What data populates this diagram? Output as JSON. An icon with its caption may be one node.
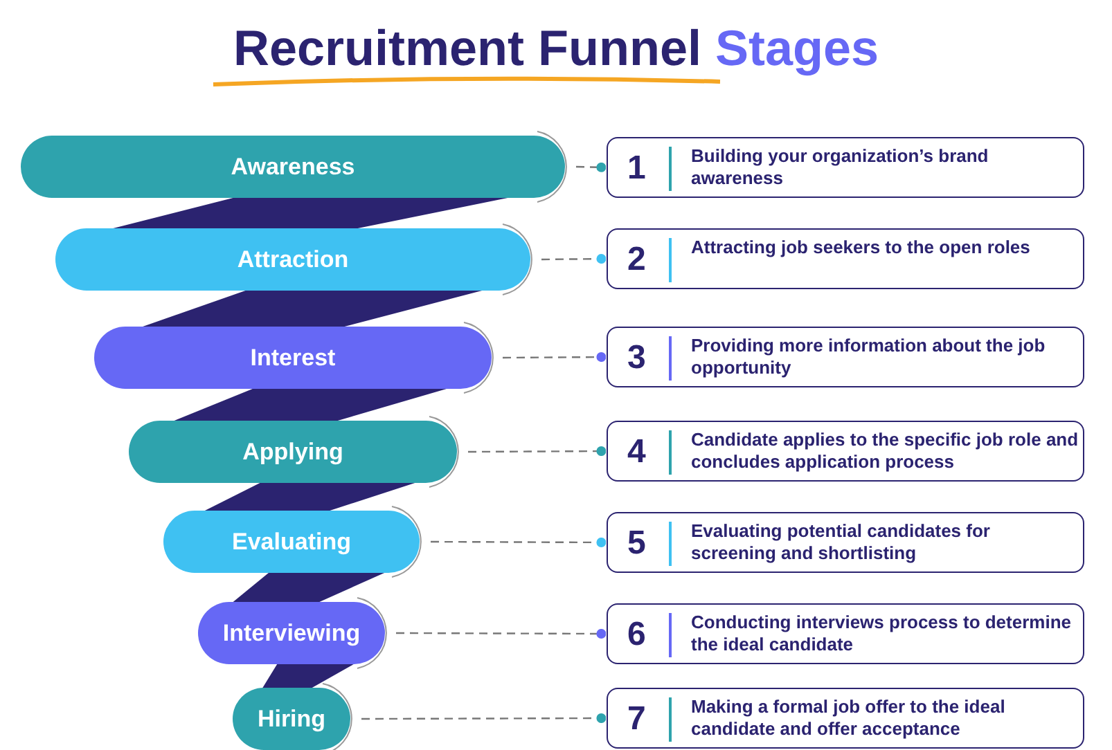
{
  "diagram": {
    "title": "Recruitment Funnel Stages",
    "nodes": [
      {
        "text": [
          "Awareness"
        ]
      },
      {
        "text": [
          "Attraction"
        ]
      },
      {
        "text": [
          "Interest"
        ]
      },
      {
        "text": [
          "Applying"
        ]
      },
      {
        "text": [
          "Evaluating"
        ]
      },
      {
        "text": [
          "Interviewing"
        ]
      },
      {
        "text": [
          "Hiring"
        ]
      },
      {
        "text": [
          "1",
          "Building your organization’s brand awareness"
        ]
      },
      {
        "text": [
          "2",
          "Attracting job seekers to the open roles"
        ]
      },
      {
        "text": [
          "3",
          "Providing more information about the job opportunity"
        ]
      },
      {
        "text": [
          "4",
          "Candidate applies to the specific job role and concludes application process"
        ]
      },
      {
        "text": [
          "5",
          "Evaluating potential candidates for screening and shortlisting"
        ]
      },
      {
        "text": [
          "6",
          "Conducting interviews process to determine the ideal candidate"
        ]
      },
      {
        "text": [
          "7",
          "Making a formal job offer to the ideal candidate and offer acceptance"
        ]
      }
    ],
    "edges": [
      {
        "from": 0,
        "to": 7,
        "arrow": "other",
        "style": "dashed"
      },
      {
        "from": 1,
        "to": 8,
        "arrow": "other",
        "style": "dashed"
      },
      {
        "from": 2,
        "to": 9,
        "arrow": "other",
        "style": "dashed"
      },
      {
        "from": 3,
        "to": 10,
        "arrow": "other",
        "style": "dashed"
      },
      {
        "from": 4,
        "to": 11,
        "arrow": "other",
        "style": "dashed"
      },
      {
        "from": 5,
        "to": 12,
        "arrow": "other",
        "style": "dashed"
      },
      {
        "from": 6,
        "to": 13,
        "arrow": "other",
        "style": "dashed"
      }
    ]
  }
}
